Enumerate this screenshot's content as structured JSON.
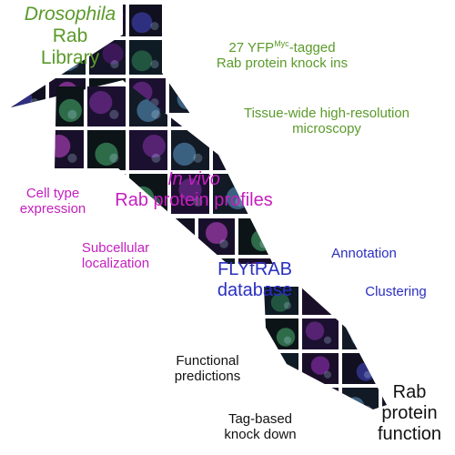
{
  "colors": {
    "library_green": "#5a9a2a",
    "profile_magenta": "#c41fbf",
    "database_blue": "#2a2fbf",
    "function_black": "#111111",
    "tile_dark": "#12121e"
  },
  "library": {
    "title_line1": "Drosophila",
    "title_line2": "Rab",
    "title_line3": "Library"
  },
  "knockins": {
    "line1_prefix": "27 YFP",
    "line1_sup": "Myc",
    "line1_suffix": "-tagged",
    "line2": "Rab protein knock ins"
  },
  "microscopy": {
    "line1": "Tissue-wide high-resolution",
    "line2": "microscopy"
  },
  "profiles": {
    "line1": "In vivo",
    "line2": "Rab protein profiles"
  },
  "cell_type": {
    "line1": "Cell type",
    "line2": "expression"
  },
  "subcellular": {
    "line1": "Subcellular",
    "line2": "localization"
  },
  "database": {
    "line1": "FLYtRAB",
    "line2": "database"
  },
  "annotation": {
    "label": "Annotation"
  },
  "clustering": {
    "label": "Clustering"
  },
  "functional": {
    "line1": "Functional",
    "line2": "predictions"
  },
  "knockdown": {
    "line1": "Tag-based",
    "line2": "knock down"
  },
  "rab_function": {
    "line1": "Rab",
    "line2": "protein",
    "line3": "function"
  }
}
